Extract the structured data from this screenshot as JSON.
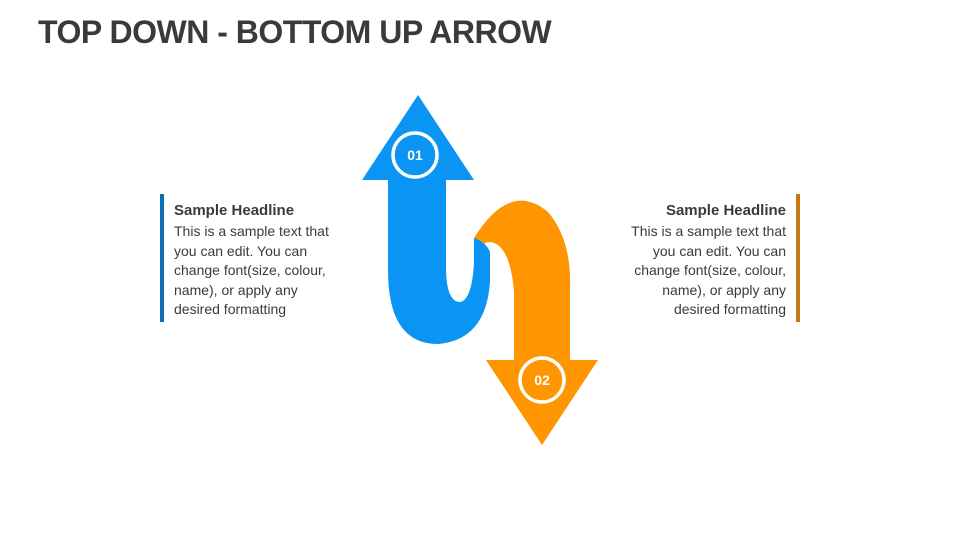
{
  "title": "TOP DOWN - BOTTOM UP ARROW",
  "colors": {
    "blue": "#0A95F5",
    "orange": "#FF9500",
    "left_rule": "#0E6FB8",
    "right_rule": "#C47A12",
    "text": "#3A3A3A"
  },
  "arrows": [
    {
      "number": "01",
      "direction": "up",
      "color": "blue"
    },
    {
      "number": "02",
      "direction": "down",
      "color": "orange"
    }
  ],
  "blocks": [
    {
      "headline": "Sample Headline",
      "lines": [
        "This is a sample text that",
        "you can edit. You can",
        "change font(size, colour,",
        "name), or apply any",
        "desired formatting"
      ]
    },
    {
      "headline": "Sample Headline",
      "lines": [
        "This is a sample text that",
        "you can edit. You can",
        "change font(size, colour,",
        "name), or apply any",
        "desired formatting"
      ]
    }
  ]
}
